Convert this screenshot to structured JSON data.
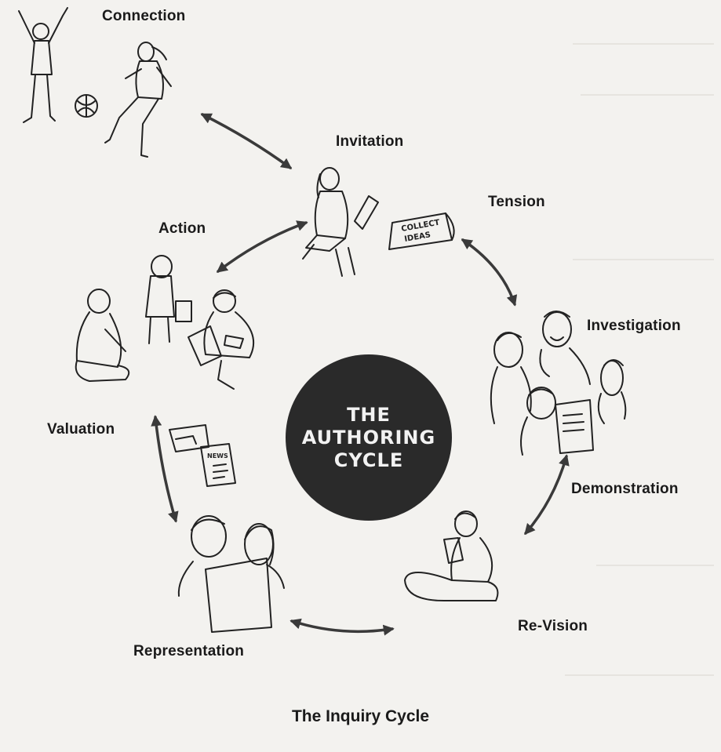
{
  "diagram": {
    "center": {
      "lines": [
        "THE",
        "AUTHORING",
        "CYCLE"
      ]
    },
    "stages": {
      "connection": "Connection",
      "invitation": "Invitation",
      "tension": "Tension",
      "investigation": "Investigation",
      "demonstration": "Demonstration",
      "revision": "Re-Vision",
      "representation": "Representation",
      "valuation": "Valuation",
      "action": "Action"
    },
    "sign_text": {
      "collect": "COLLECT",
      "ideas": "IDEAS",
      "news": "NEWS"
    },
    "caption": "The Inquiry Cycle"
  }
}
